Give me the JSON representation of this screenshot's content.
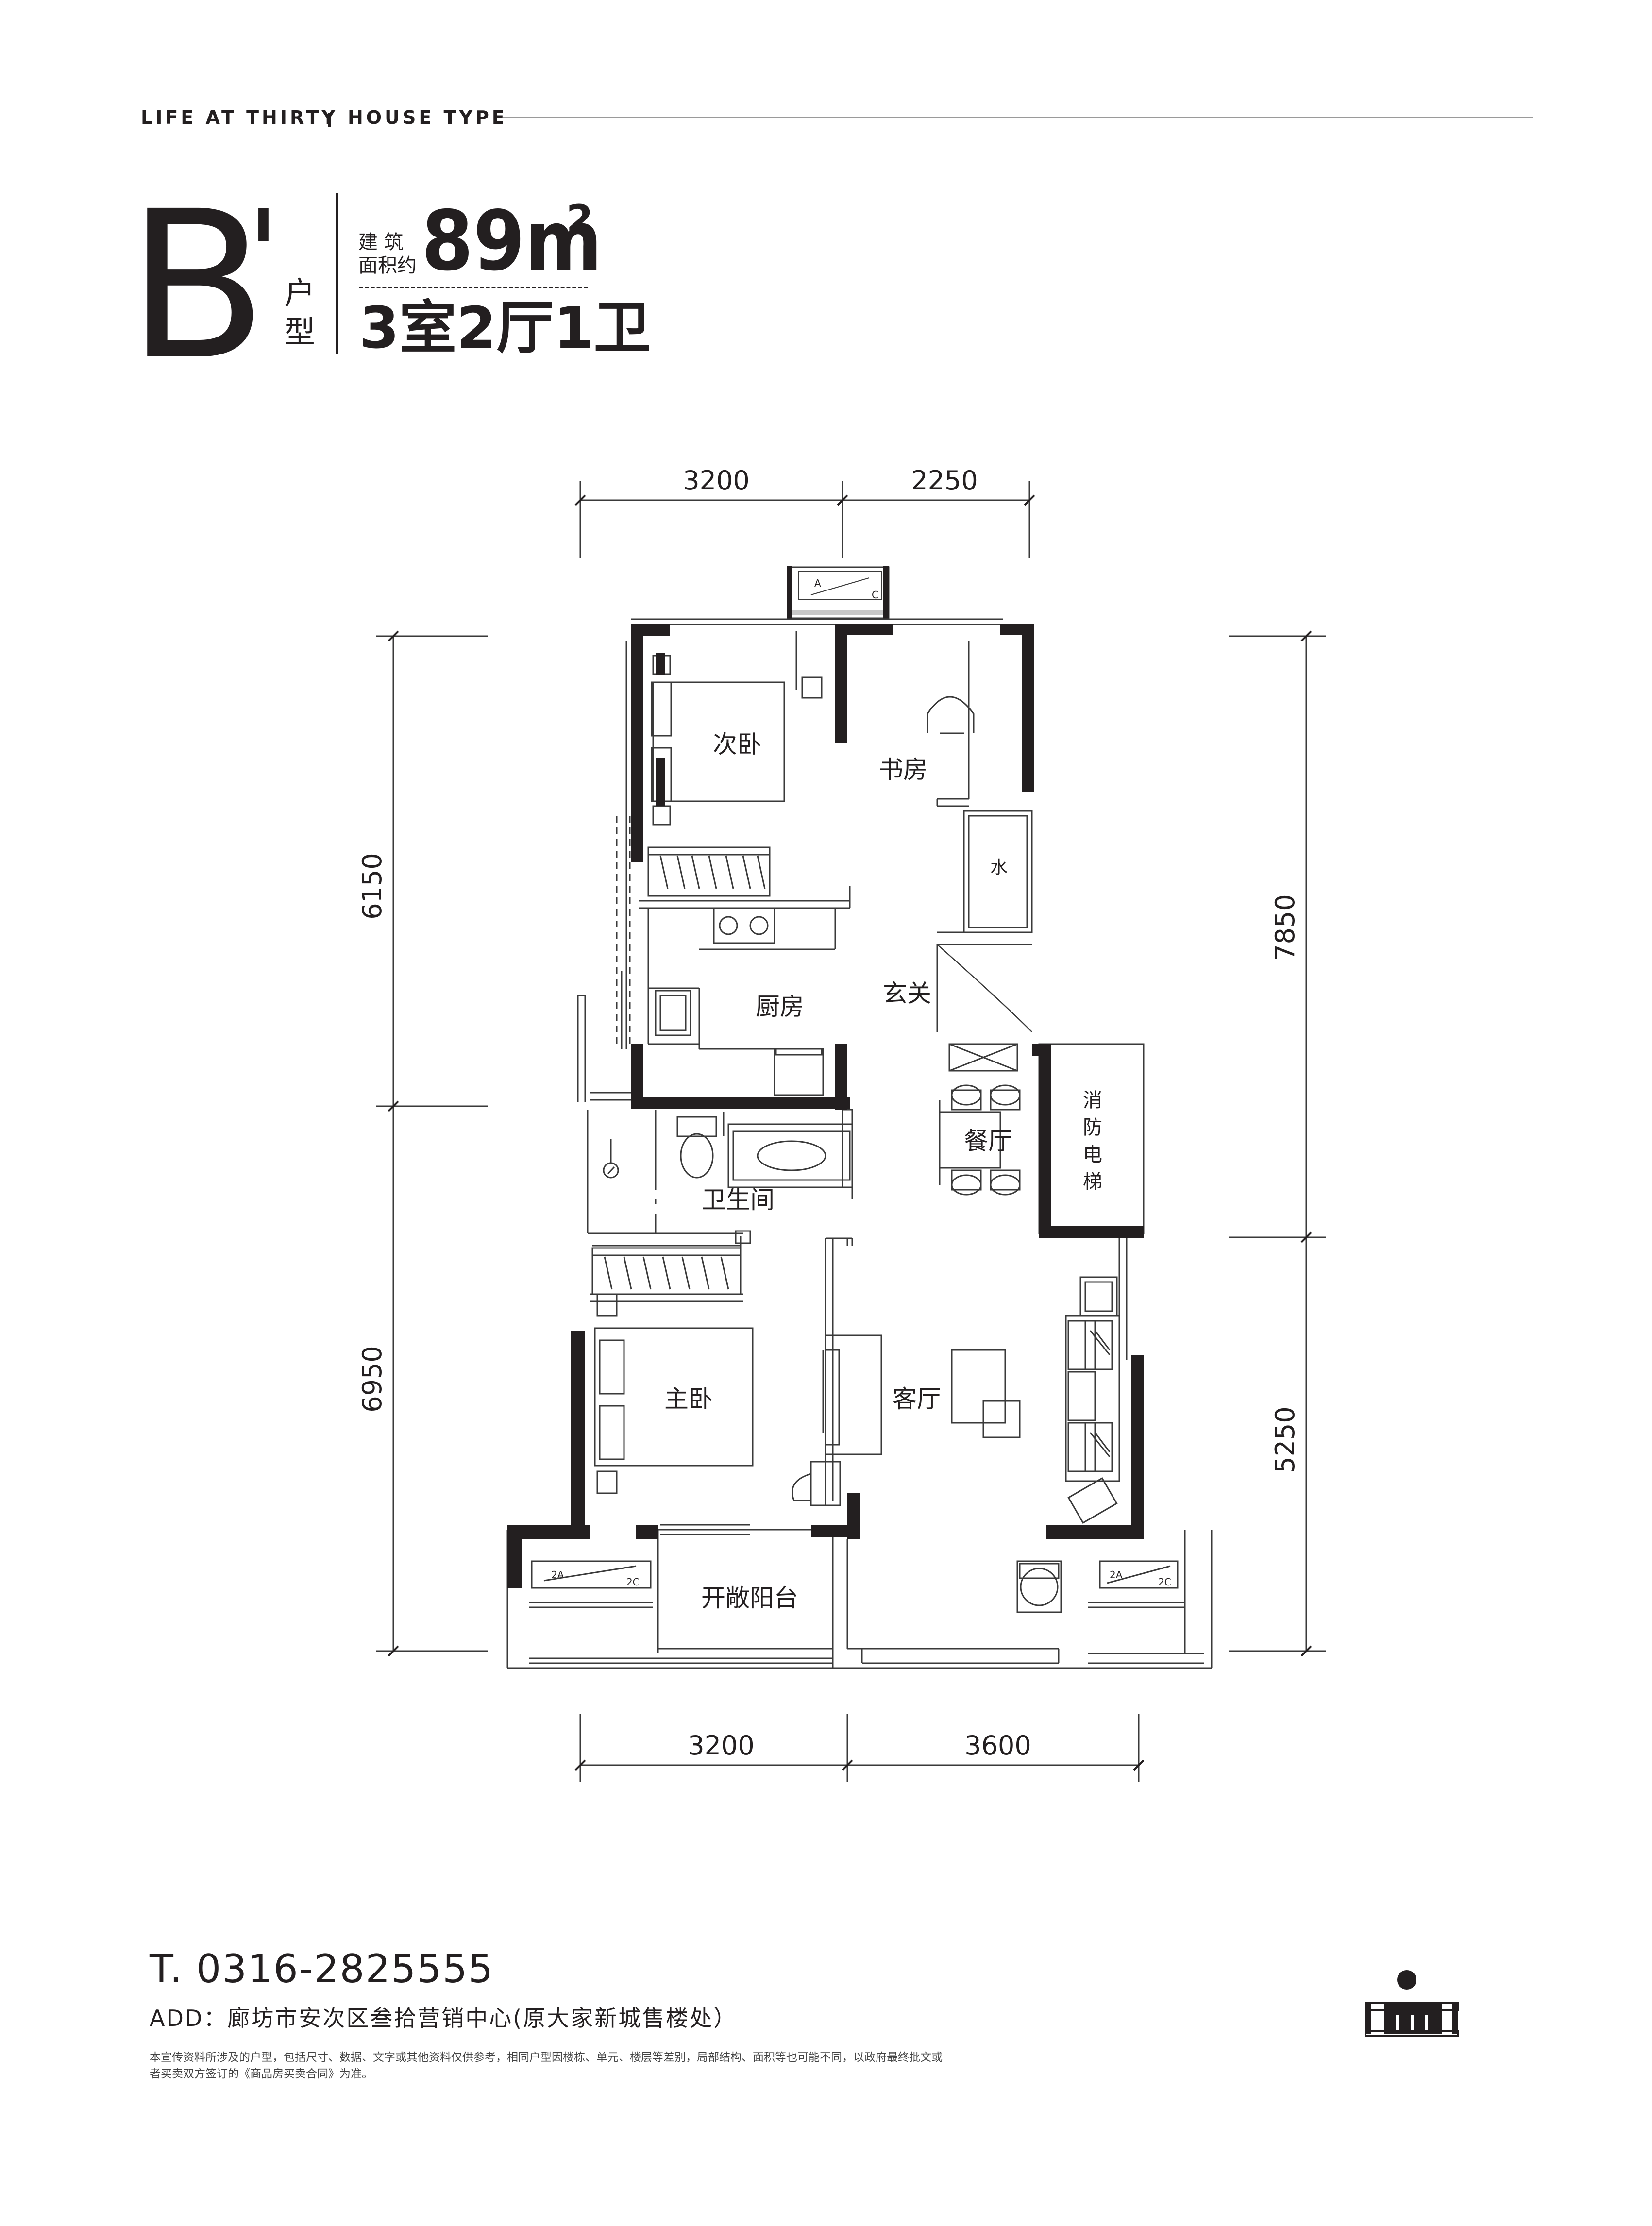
{
  "header": {
    "left": "LIFE AT THIRTY",
    "right": "HOUSE TYPE"
  },
  "unit": {
    "letter": "B",
    "prime": "'",
    "type_label_1": "户",
    "type_label_2": "型",
    "area_label_1": "建  筑",
    "area_label_2": "面积约",
    "area_value": "89m",
    "area_sup": "2",
    "rooms": "3室2厅1卫"
  },
  "rooms": {
    "bedroom2": "次卧",
    "study": "书房",
    "water": "水",
    "kitchen": "厨房",
    "foyer": "玄关",
    "dining": "餐厅",
    "elevator": "消\n防\n电\n梯",
    "bathroom": "卫生间",
    "master": "主卧",
    "living": "客厅",
    "balcony": "开敞阳台"
  },
  "dimensions": {
    "top_left": "3200",
    "top_right": "2250",
    "bottom_left": "3200",
    "bottom_right": "3600",
    "left_upper": "6150",
    "left_lower": "6950",
    "right_upper": "7850",
    "right_lower": "5250"
  },
  "ac_labels": {
    "a": "A",
    "c": "C",
    "a2": "2A",
    "c2": "2C"
  },
  "footer": {
    "phone": "T. 0316-2825555",
    "address": "ADD：廊坊市安次区叁拾营销中心(原大家新城售楼处）",
    "disclaimer_1": "本宣传资料所涉及的户型，包括尺寸、数据、文字或其他资料仅供参考，相同户型因楼栋、单元、楼层等差别，局部结构、面积等也可能不同，以政府最终批文或",
    "disclaimer_2": "者买卖双方签订的《商品房买卖合同》为准。",
    "building_number": "1"
  },
  "colors": {
    "wall": "#231f20",
    "line": "#3a3a3a",
    "rule": "#9a9a9a"
  }
}
